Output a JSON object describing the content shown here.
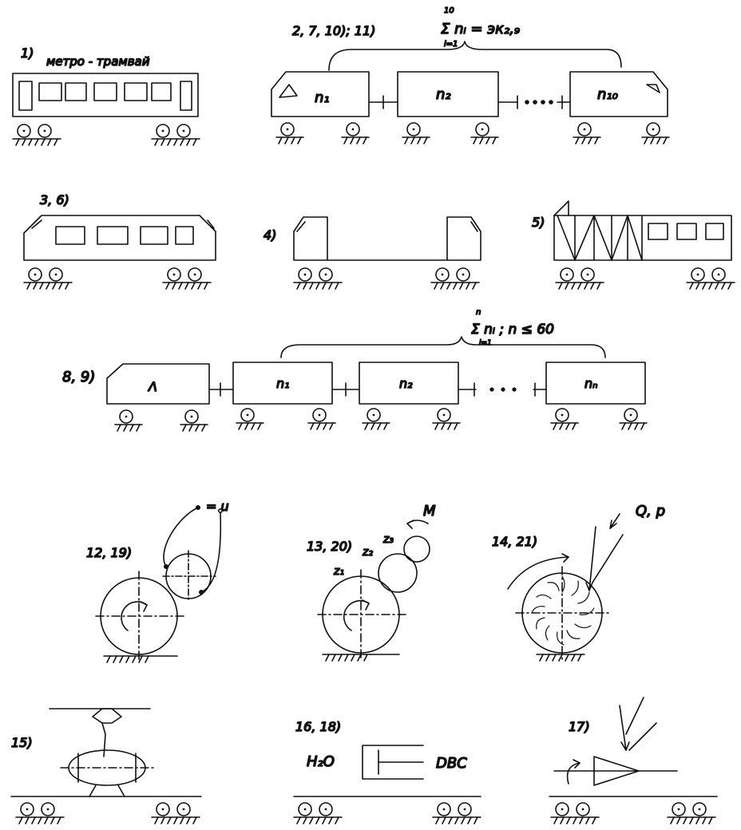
{
  "labels": {
    "d1": "1)",
    "d1_caption": "метро - трамвай",
    "d2": "2, 7, 10); 11)",
    "d2_sum": "Σ nᵢ = эк₂,₉",
    "d2_sum_top": "10",
    "d2_sum_bottom": "i=1",
    "d2_n1": "n₁",
    "d2_n2": "n₂",
    "d2_n10": "n₁₀",
    "d36": "3, 6)",
    "d4": "4)",
    "d5": "5)",
    "d89": "8, 9)",
    "d89_sum": "Σ nᵢ ; n ≤ 60",
    "d89_sum_top": "n",
    "d89_sum_bottom": "i=1",
    "d89_loco": "Λ",
    "d89_n1": "n₁",
    "d89_n2": "n₂",
    "d89_nn": "nₙ",
    "d1219": "12, 19)",
    "d1219_u": "= u",
    "d1320": "13, 20)",
    "d1320_z1": "z₁",
    "d1320_z2": "z₂",
    "d1320_z3": "z₃",
    "d1320_M": "M",
    "d1421": "14, 21)",
    "d1421_q": "Q, p",
    "d15": "15)",
    "d1618": "16, 18)",
    "d1618_h2o": "H₂O",
    "d1618_dvs": "DBC",
    "d17": "17)"
  },
  "colors": {
    "ink": "#111111",
    "paper": "#ffffff"
  }
}
